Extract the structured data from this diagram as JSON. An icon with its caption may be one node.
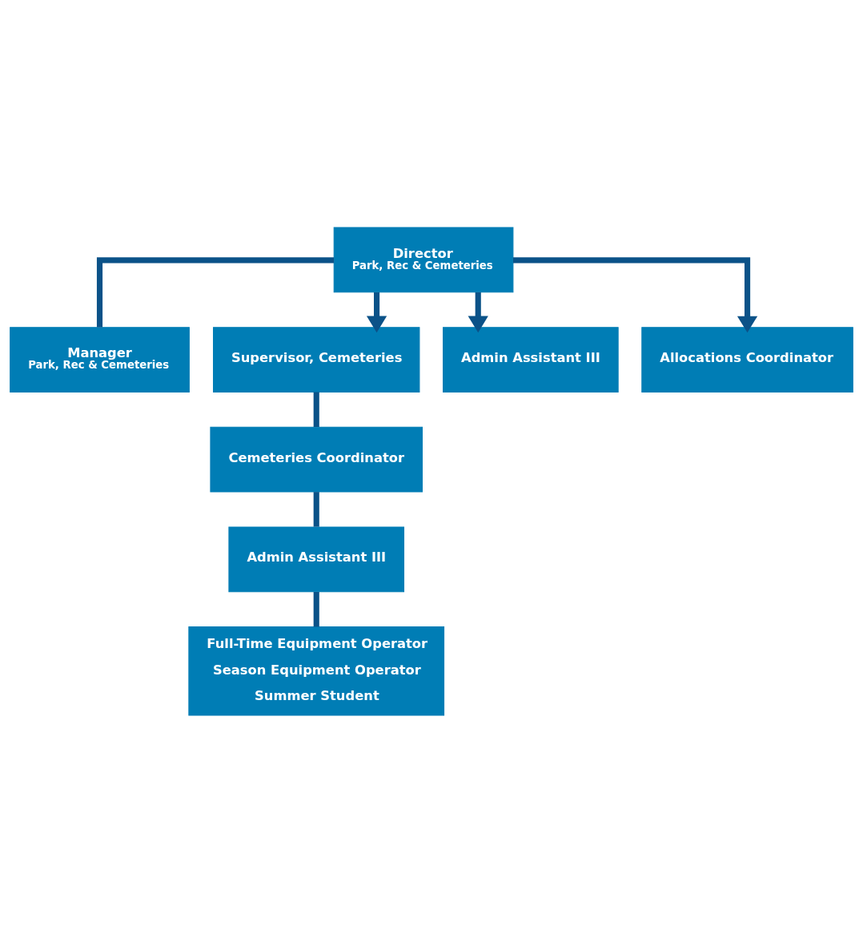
{
  "diagram": {
    "nodes": [
      {
        "text": [
          "Director",
          "Park, Rec & Cemeteries"
        ]
      },
      {
        "text": [
          "Manager",
          "Park, Rec & Cemeteries"
        ]
      },
      {
        "text": [
          "Supervisor, Cemeteries"
        ]
      },
      {
        "text": [
          "Admin Assistant III"
        ]
      },
      {
        "text": [
          "Allocations Coordinator"
        ]
      },
      {
        "text": [
          "Cemeteries Coordinator"
        ]
      },
      {
        "text": [
          "Admin Assistant III"
        ]
      },
      {
        "text": [
          "Full-Time Equipment Operator",
          "Season Equipment Operator",
          "Summer Student"
        ]
      }
    ],
    "edges": [
      {
        "from": 0,
        "to": 1,
        "arrow": "none"
      },
      {
        "from": 0,
        "to": 2,
        "arrow": "to"
      },
      {
        "from": 0,
        "to": 3,
        "arrow": "to"
      },
      {
        "from": 0,
        "to": 4,
        "arrow": "to"
      },
      {
        "from": 2,
        "to": 5,
        "arrow": "none"
      },
      {
        "from": 5,
        "to": 6,
        "arrow": "none"
      },
      {
        "from": 6,
        "to": 7,
        "arrow": "none"
      }
    ]
  }
}
